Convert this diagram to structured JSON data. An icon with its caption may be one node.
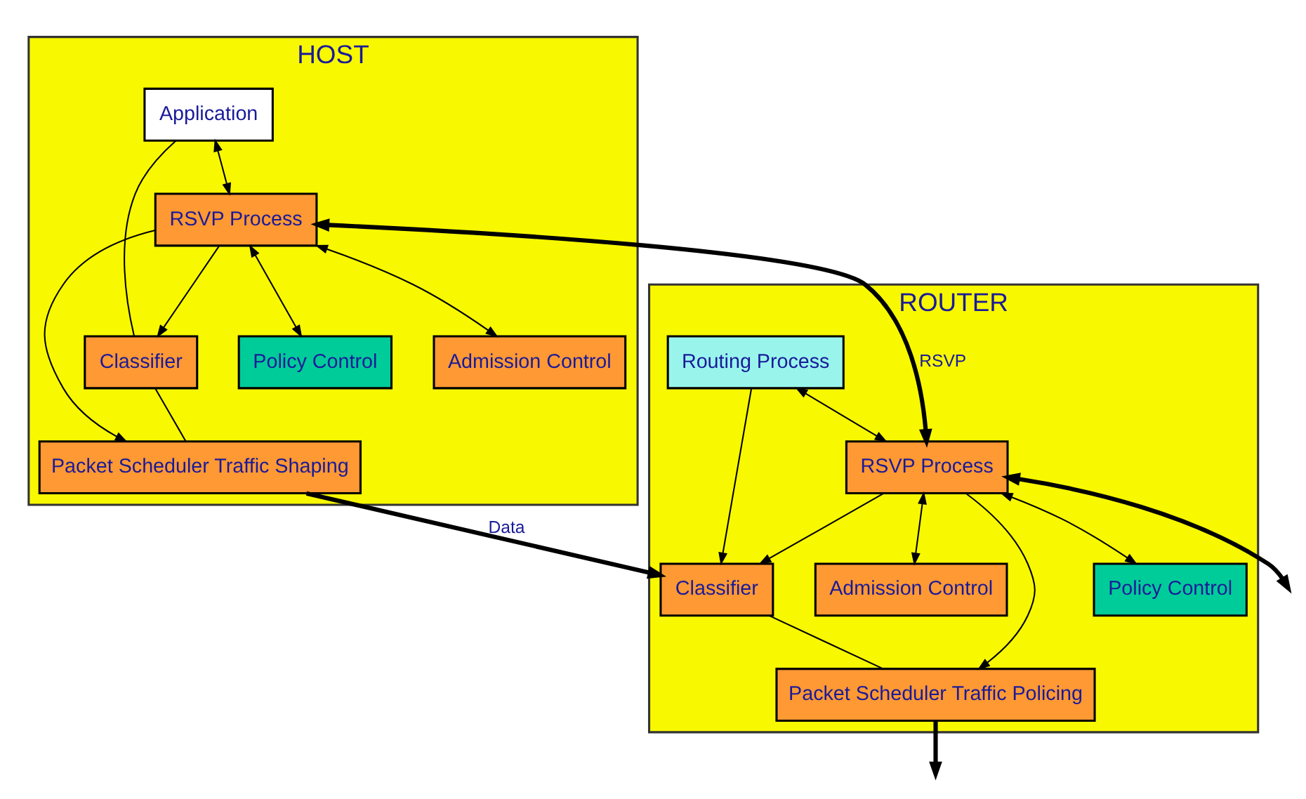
{
  "diagram": {
    "nodes": [
      {
        "text": [
          "HOST"
        ]
      },
      {
        "text": [
          "Application"
        ],
        "in": 0
      },
      {
        "text": [
          "RSVP Process"
        ],
        "in": 0
      },
      {
        "text": [
          "Policy Control"
        ],
        "in": 0
      },
      {
        "text": [
          "Admission Control"
        ],
        "in": 0
      },
      {
        "text": [
          "Classifier"
        ],
        "in": 0
      },
      {
        "text": [
          "Packet Scheduler Traffic Shaping"
        ],
        "in": 0
      },
      {
        "text": [
          "ROUTER"
        ]
      },
      {
        "text": [
          "Routing Process"
        ],
        "in": 7
      },
      {
        "text": [
          "RSVP Process"
        ],
        "in": 7
      },
      {
        "text": [
          "Policy Control"
        ],
        "in": 7
      },
      {
        "text": [
          "Admission Control"
        ],
        "in": 7
      },
      {
        "text": [
          "Classifier"
        ],
        "in": 7
      },
      {
        "text": [
          "Packet Scheduler Traffic Policing"
        ],
        "in": 7
      }
    ],
    "edges": [
      {
        "from": 1,
        "to": 2,
        "arrow": "both"
      },
      {
        "from": 2,
        "to": 3,
        "arrow": "both"
      },
      {
        "from": 2,
        "to": 4,
        "arrow": "both"
      },
      {
        "from": 1,
        "to": 5,
        "arrow": "none"
      },
      {
        "from": 2,
        "to": 5,
        "arrow": "to"
      },
      {
        "from": 2,
        "to": 6,
        "arrow": "to"
      },
      {
        "from": 5,
        "to": 6,
        "arrow": "none"
      },
      {
        "from": 2,
        "to": 9,
        "arrow": "both",
        "label": "RSVP",
        "style": "thick"
      },
      {
        "from": 6,
        "to": 12,
        "arrow": "to",
        "label": "Data",
        "style": "thick"
      },
      {
        "from": 8,
        "to": 9,
        "arrow": "both"
      },
      {
        "from": 9,
        "to": 10,
        "arrow": "both"
      },
      {
        "from": 9,
        "to": 11,
        "arrow": "both"
      },
      {
        "from": 8,
        "to": 12,
        "arrow": "to"
      },
      {
        "from": 9,
        "to": 12,
        "arrow": "to"
      },
      {
        "from": 9,
        "to": 13,
        "arrow": "to"
      },
      {
        "from": 12,
        "to": 13,
        "arrow": "none"
      },
      {
        "from": 9,
        "to": null,
        "arrow": "both",
        "style": "thick"
      },
      {
        "from": 13,
        "to": null,
        "arrow": "to",
        "style": "thick"
      }
    ]
  }
}
